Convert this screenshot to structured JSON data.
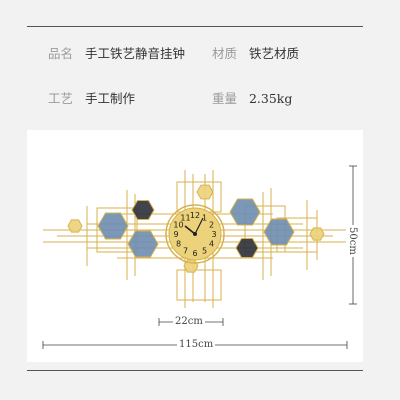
{
  "specs": [
    {
      "key": "品名",
      "value": "手工铁艺静音挂钟"
    },
    {
      "key": "材质",
      "value": "铁艺材质"
    },
    {
      "key": "工艺",
      "value": "手工制作"
    },
    {
      "key": "重量",
      "value": "2.35kg"
    }
  ],
  "dimensions": {
    "width": "115cm",
    "height": "50cm",
    "dial": "22cm"
  },
  "clock": {
    "numerals": [
      "12",
      "1",
      "2",
      "3",
      "4",
      "5",
      "6",
      "7",
      "8",
      "9",
      "10",
      "11"
    ]
  },
  "colors": {
    "gold": "#d7b24c",
    "gold_light": "#ecd27a",
    "dark_hex": "#2c3038",
    "blue_hex": "#6e8db0",
    "background": "#f2f2f2"
  }
}
